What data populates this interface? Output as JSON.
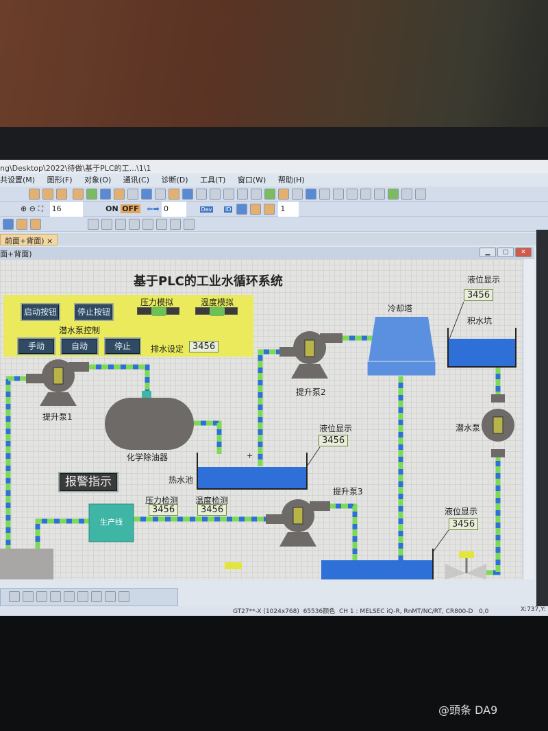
{
  "window": {
    "title": "ng\\Desktop\\2022\\待做\\基于PLC的工...\\1\\1"
  },
  "menu": [
    "共设置(M)",
    "图形(F)",
    "对象(O)",
    "通讯(C)",
    "诊断(D)",
    "工具(T)",
    "窗口(W)",
    "帮助(H)"
  ],
  "toolbar": {
    "font_size": "16",
    "on_label": "ON",
    "off_label": "OFF",
    "value": "0",
    "dev_label": "Dev",
    "id_label": "ID",
    "layer": "1"
  },
  "tab": {
    "label": "前面+背面)",
    "close": "×"
  },
  "screen_header": "面+背面)",
  "hmi": {
    "title": "基于PLC的工业水循环系统",
    "start_button": "启动按钮",
    "stop_button": "停止按钮",
    "pump_control_label": "潜水泵控制",
    "manual_button": "手动",
    "auto_button": "自动",
    "halt_button": "停止",
    "pressure_sim": "压力模拟",
    "temperature_sim": "温度模拟",
    "drain_setting_label": "排水设定",
    "drain_setting_value": "3456",
    "pit_level_label": "液位显示",
    "pit_level_value": "3456",
    "pit_label": "积水坑",
    "cooling_tower": "冷却塔",
    "pump1": "提升泵1",
    "pump2": "提升泵2",
    "pump3": "提升泵3",
    "submersible_pump": "潜水泵",
    "oil_remover": "化学除油器",
    "hot_pool_label": "热水池",
    "hot_pool_level_label": "液位显示",
    "hot_pool_level_value": "3456",
    "alarm_button": "报警指示",
    "pressure_detect_label": "压力检测",
    "pressure_detect_value": "3456",
    "temperature_detect_label": "温度检测",
    "temperature_detect_value": "3456",
    "production_line": "生产线",
    "bottom_level_label": "液位显示",
    "bottom_level_value": "3456"
  },
  "status": {
    "model": "GT27**-X (1024x768)",
    "colors": "65536颜色",
    "channel": "CH 1 : MELSEC iQ-R, RnMT/NC/RT, CR800-D",
    "offset": "0,0",
    "coords": "X:737,Y:"
  },
  "watermark": "@頭条 DA9",
  "colors": {
    "water": "#2f6fd8",
    "pipe_green": "#7ed957",
    "panel": "#eaea5c",
    "pump": "#6e6a67",
    "production_line": "#3fb5a6"
  }
}
